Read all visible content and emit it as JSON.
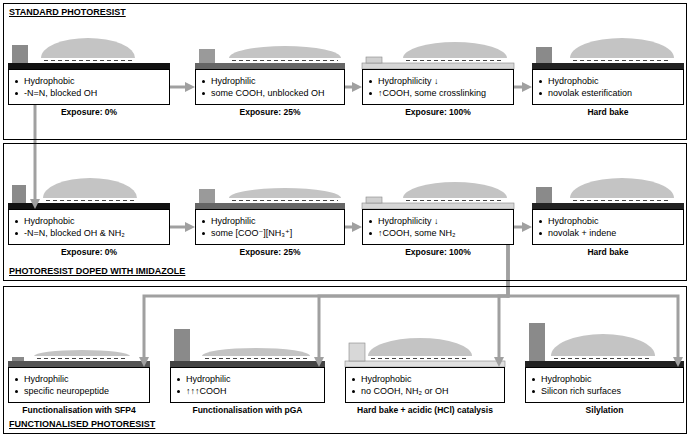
{
  "diagram": {
    "nodes": [
      {
        "text": [
          "STANDARD PHOTORESIST"
        ]
      },
      {
        "text": [
          "Hydrophobic",
          "-N=N, blocked OH",
          "Exposure: 0%"
        ],
        "in": 0
      },
      {
        "text": [
          "Hydrophilic",
          "some COOH, unblocked OH",
          "Exposure: 25%"
        ],
        "in": 0
      },
      {
        "text": [
          "Hydrophilicity ↓",
          "↑COOH, some crosslinking",
          "Exposure: 100%"
        ],
        "in": 0
      },
      {
        "text": [
          "Hydrophobic",
          "novolak esterification",
          "Hard bake"
        ],
        "in": 0
      },
      {
        "text": [
          "PHOTORESIST DOPED WITH IMIDAZOLE"
        ]
      },
      {
        "text": [
          "Hydrophobic",
          "-N=N, blocked OH & NH₂",
          "Exposure: 0%"
        ],
        "in": 5
      },
      {
        "text": [
          "Hydrophilic",
          "some [COO⁻][NH₃⁺]",
          "Exposure: 25%"
        ],
        "in": 5
      },
      {
        "text": [
          "Hydrophilicity ↓",
          "↑COOH, some NH₂",
          "Exposure: 100%"
        ],
        "in": 5
      },
      {
        "text": [
          "Hydrophobic",
          "novolak + indene",
          "Hard bake"
        ],
        "in": 5
      },
      {
        "text": [
          "FUNCTIONALISED PHOTORESIST"
        ]
      },
      {
        "text": [
          "Hydrophilic",
          "specific neuropeptide",
          "Functionalisation with SFP4"
        ],
        "in": 10
      },
      {
        "text": [
          "Hydrophilic",
          "↑↑↑COOH",
          "Functionalisation with pGA"
        ],
        "in": 10
      },
      {
        "text": [
          "Hydrophobic",
          "no COOH, NH₂ or OH",
          "Hard bake + acidic (HCl) catalysis"
        ],
        "in": 10
      },
      {
        "text": [
          "Hydrophobic",
          "Silicon rich surfaces",
          "Silylation"
        ],
        "in": 10
      }
    ],
    "edges": [
      {
        "from": 1,
        "to": 2,
        "arrow": "to"
      },
      {
        "from": 2,
        "to": 3,
        "arrow": "to"
      },
      {
        "from": 3,
        "to": 4,
        "arrow": "to"
      },
      {
        "from": 1,
        "to": 6,
        "arrow": "to"
      },
      {
        "from": 6,
        "to": 7,
        "arrow": "to"
      },
      {
        "from": 7,
        "to": 8,
        "arrow": "to"
      },
      {
        "from": 8,
        "to": 9,
        "arrow": "to"
      },
      {
        "from": 8,
        "to": 11,
        "arrow": "to"
      },
      {
        "from": 8,
        "to": 12,
        "arrow": "to"
      },
      {
        "from": 8,
        "to": 13,
        "arrow": "to"
      },
      {
        "from": 8,
        "to": 14,
        "arrow": "to"
      }
    ]
  }
}
